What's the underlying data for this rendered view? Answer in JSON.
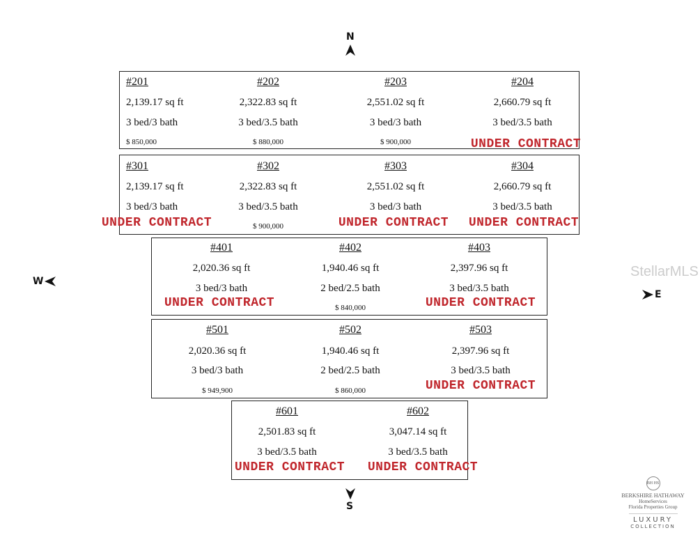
{
  "compass": {
    "north": "N",
    "south": "S",
    "west": "W",
    "east": "E"
  },
  "watermark": "StellarMLS",
  "logo": {
    "emblem": "BH HS",
    "brand": "BERKSHIRE HATHAWAY",
    "sub1": "HomeServices",
    "sub2": "Florida Properties Group",
    "luxury": "LUXURY",
    "collection": "COLLECTION"
  },
  "status_label": "UNDER CONTRACT",
  "colors": {
    "under_contract": "#c0262c"
  },
  "floors": [
    {
      "units": [
        {
          "number": "#201",
          "sqft": "2,139.17 sq ft",
          "beds": "3 bed/3 bath",
          "price": "$ 850,000",
          "under_contract": false
        },
        {
          "number": "#202",
          "sqft": "2,322.83 sq ft",
          "beds": "3 bed/3.5 bath",
          "price": "$ 880,000",
          "under_contract": false
        },
        {
          "number": "#203",
          "sqft": "2,551.02 sq ft",
          "beds": "3 bed/3 bath",
          "price": "$ 900,000",
          "under_contract": false
        },
        {
          "number": "#204",
          "sqft": "2,660.79 sq ft",
          "beds": "3 bed/3.5 bath",
          "price": "",
          "under_contract": true
        }
      ]
    },
    {
      "units": [
        {
          "number": "#301",
          "sqft": "2,139.17 sq ft",
          "beds": "3 bed/3 bath",
          "price": "",
          "under_contract": true
        },
        {
          "number": "#302",
          "sqft": "2,322.83 sq ft",
          "beds": "3 bed/3.5 bath",
          "price": "$ 900,000",
          "under_contract": false
        },
        {
          "number": "#303",
          "sqft": "2,551.02 sq ft",
          "beds": "3 bed/3 bath",
          "price": "",
          "under_contract": true
        },
        {
          "number": "#304",
          "sqft": "2,660.79 sq ft",
          "beds": "3 bed/3.5 bath",
          "price": "",
          "under_contract": true
        }
      ]
    },
    {
      "units": [
        {
          "number": "#401",
          "sqft": "2,020.36 sq ft",
          "beds": "3 bed/3 bath",
          "price": "",
          "under_contract": true
        },
        {
          "number": "#402",
          "sqft": "1,940.46 sq ft",
          "beds": "2 bed/2.5 bath",
          "price": "$ 840,000",
          "under_contract": false
        },
        {
          "number": "#403",
          "sqft": "2,397.96 sq ft",
          "beds": "3 bed/3.5 bath",
          "price": "",
          "under_contract": true
        }
      ]
    },
    {
      "units": [
        {
          "number": "#501",
          "sqft": "2,020.36 sq ft",
          "beds": "3 bed/3 bath",
          "price": "$ 949,900",
          "under_contract": false
        },
        {
          "number": "#502",
          "sqft": "1,940.46 sq ft",
          "beds": "2 bed/2.5 bath",
          "price": "$ 860,000",
          "under_contract": false
        },
        {
          "number": "#503",
          "sqft": "2,397.96 sq ft",
          "beds": "3 bed/3.5 bath",
          "price": "",
          "under_contract": true
        }
      ]
    },
    {
      "units": [
        {
          "number": "#601",
          "sqft": "2,501.83 sq ft",
          "beds": "3 bed/3.5 bath",
          "price": "",
          "under_contract": true
        },
        {
          "number": "#602",
          "sqft": "3,047.14 sq ft",
          "beds": "3 bed/3.5 bath",
          "price": "",
          "under_contract": true
        }
      ]
    }
  ]
}
